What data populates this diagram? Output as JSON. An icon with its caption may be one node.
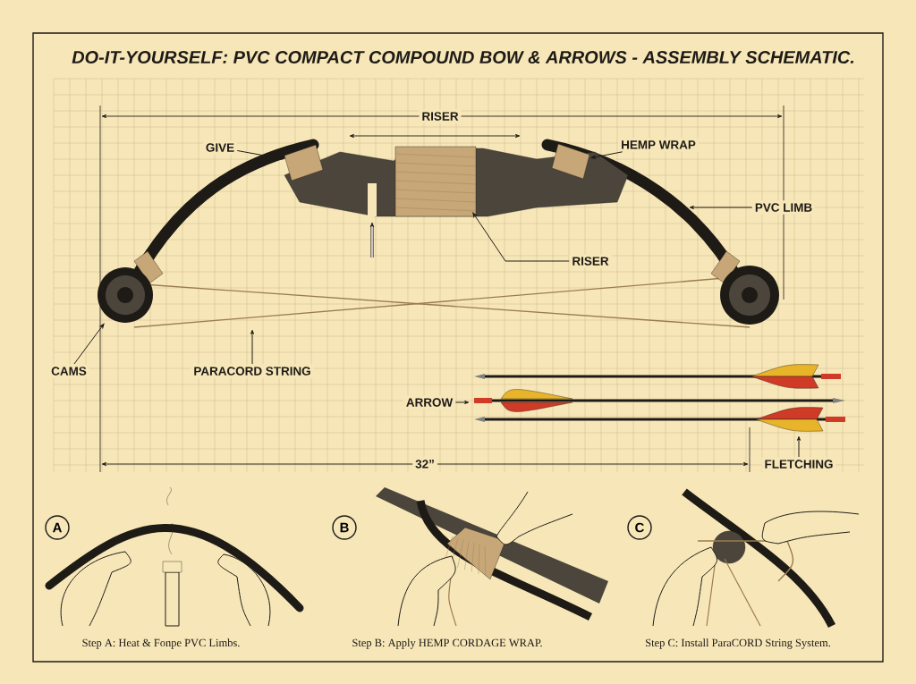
{
  "diagram": {
    "title": "DO-IT-YOURSELF: PVC COMPACT COMPOUND BOW & ARROWS - ASSEMBLY SCHEMATIC.",
    "nodes": [
      {
        "text": [
          "GIVE"
        ]
      },
      {
        "text": [
          "HEMP WRAP"
        ]
      },
      {
        "text": [
          "PVC LIMB"
        ]
      },
      {
        "text": [
          "RISER"
        ]
      },
      {
        "text": [
          "CAMS"
        ]
      },
      {
        "text": [
          "PARACORD STRING"
        ]
      },
      {
        "text": [
          "ARROW"
        ]
      },
      {
        "text": [
          "FLETCHING"
        ]
      },
      {
        "text": [
          "A"
        ]
      },
      {
        "text": [
          "B"
        ]
      },
      {
        "text": [
          "C"
        ]
      },
      {
        "text": [],
        "shape": "picture"
      },
      {
        "text": [],
        "shape": "picture"
      },
      {
        "text": [],
        "shape": "picture"
      },
      {
        "text": [],
        "shape": "picture"
      }
    ],
    "edges": [
      {
        "from": 0,
        "to": 12,
        "arrow": "to"
      },
      {
        "from": 1,
        "to": 13,
        "arrow": "to"
      },
      {
        "from": 2,
        "to": null,
        "arrow": "to"
      },
      {
        "from": 3,
        "to": null,
        "arrow": "to"
      },
      {
        "from": 4,
        "to": 11,
        "arrow": "to"
      },
      {
        "from": 5,
        "to": null,
        "arrow": "to"
      },
      {
        "from": 6,
        "to": null,
        "arrow": "to"
      },
      {
        "from": 7,
        "to": null,
        "arrow": "to"
      }
    ],
    "labels": [
      "RISER",
      "32”",
      "Step A: Heat & Fonpe PVC Limbs.",
      "Step B: Apply HEMP CORDAGE WRAP.",
      "Step C: Install ParaCORD String System."
    ]
  }
}
